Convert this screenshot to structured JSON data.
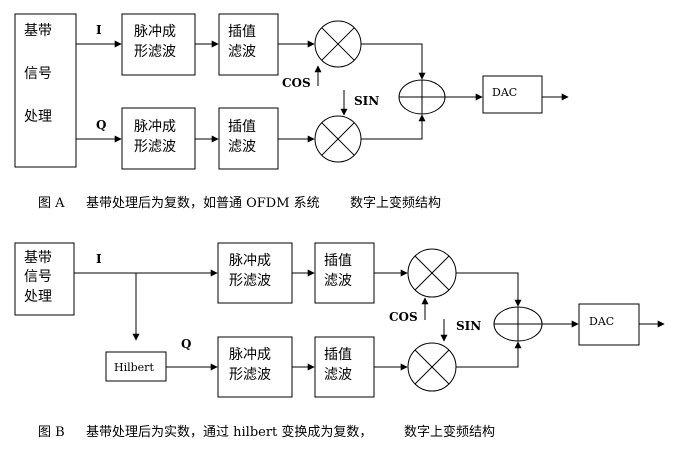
{
  "figure_a": {
    "baseband": [
      "基带",
      "信号",
      "处理"
    ],
    "i_label": "I",
    "q_label": "Q",
    "pulse_shaping": [
      "脉冲成",
      "形滤波"
    ],
    "interp": [
      "插值",
      "滤波"
    ],
    "cos_label": "COS",
    "sin_label": "SIN",
    "dac_label": "DAC",
    "caption_prefix": "图 A",
    "caption_text": "基带处理后为复数，如普通 OFDM 系统",
    "caption_suffix": "数字上变频结构"
  },
  "figure_b": {
    "baseband": [
      "基带",
      "信号",
      "处理"
    ],
    "i_label": "I",
    "q_label": "Q",
    "hilbert_label": "Hilbert",
    "pulse_shaping": [
      "脉冲成",
      "形滤波"
    ],
    "interp": [
      "插值",
      "滤波"
    ],
    "cos_label": "COS",
    "sin_label": "SIN",
    "dac_label": "DAC",
    "caption_prefix": "图 B",
    "caption_text": "基带处理后为实数，通过 hilbert 变换成为复数，",
    "caption_suffix": "数字上变频结构"
  }
}
